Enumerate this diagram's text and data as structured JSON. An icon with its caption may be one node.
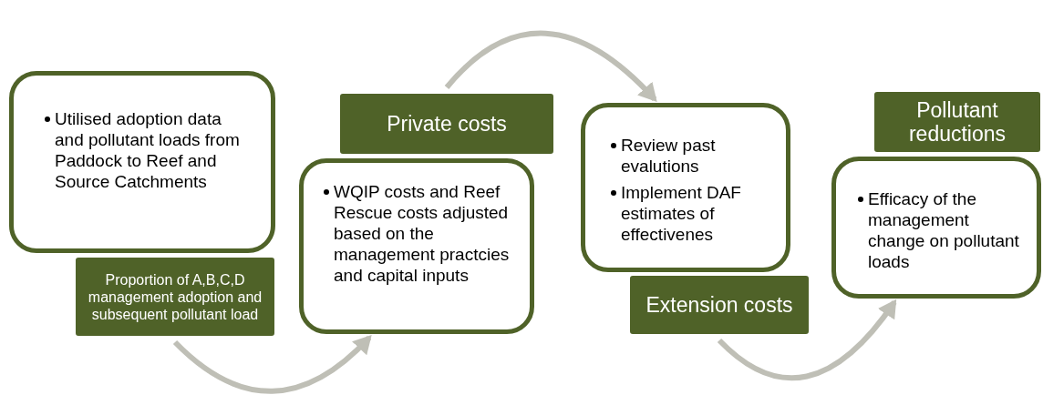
{
  "diagram": {
    "nodes": [
      {
        "text": [
          "Utilised adoption data and pollutant loads from Paddock to Reef and Source Catchments"
        ]
      },
      {
        "text": [
          "Proportion of A,B,C,D management adoption and subsequent pollutant load"
        ]
      },
      {
        "text": [
          "Private costs"
        ]
      },
      {
        "text": [
          "WQIP costs and Reef Rescue costs adjusted based on the management practcies and capital inputs"
        ]
      },
      {
        "text": [
          "Review past evalutions",
          "Implement DAF estimates of effectivenes"
        ]
      },
      {
        "text": [
          "Extension costs"
        ]
      },
      {
        "text": [
          "Pollutant reductions"
        ]
      },
      {
        "text": [
          "Efficacy of the management change on pollutant loads"
        ]
      }
    ],
    "edges": [
      {
        "from": 1,
        "to": 3,
        "arrow": "to"
      },
      {
        "from": 2,
        "to": 4,
        "arrow": "to"
      },
      {
        "from": 5,
        "to": 7,
        "arrow": "to"
      }
    ]
  }
}
